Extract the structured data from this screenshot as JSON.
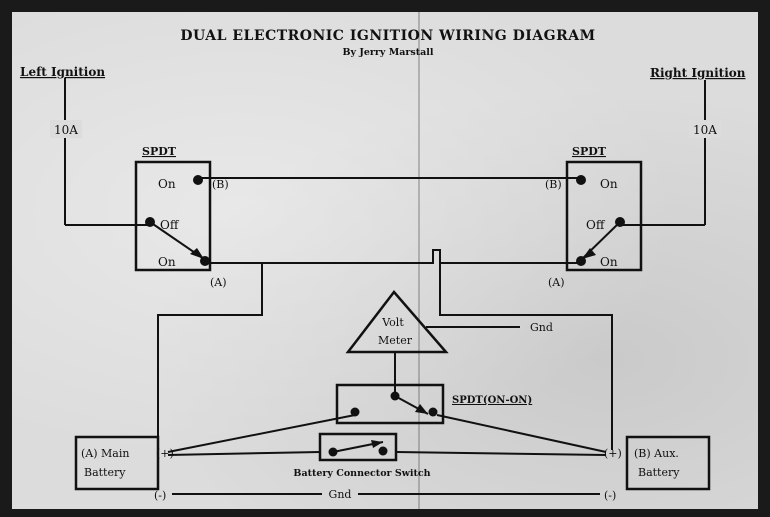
{
  "title": "DUAL ELECTRONIC IGNITION WIRING DIAGRAM",
  "author": "By Jerry Marstall",
  "left": {
    "heading": "Left Ignition",
    "fuse": "10A",
    "switch_label": "SPDT",
    "on_top": "On",
    "off": "Off",
    "on_bottom": "On",
    "term_b": "(B)",
    "term_a": "(A)"
  },
  "right": {
    "heading": "Right Ignition",
    "fuse": "10A",
    "switch_label": "SPDT",
    "on_top": "On",
    "off": "Off",
    "on_bottom": "On",
    "term_b": "(B)",
    "term_a": "(A)"
  },
  "voltmeter": {
    "line1": "Volt",
    "line2": "Meter",
    "gnd": "Gnd"
  },
  "spdt_on_on": "SPDT(ON-ON)",
  "main_battery": {
    "line1": "(A) Main",
    "line2": "Battery",
    "pos": "(+)",
    "neg": "(-)"
  },
  "aux_battery": {
    "line1": "(B) Aux.",
    "line2": "Battery",
    "pos": "(+)",
    "neg": "(-)"
  },
  "connector_switch": "Battery Connector Switch",
  "gnd": "Gnd"
}
